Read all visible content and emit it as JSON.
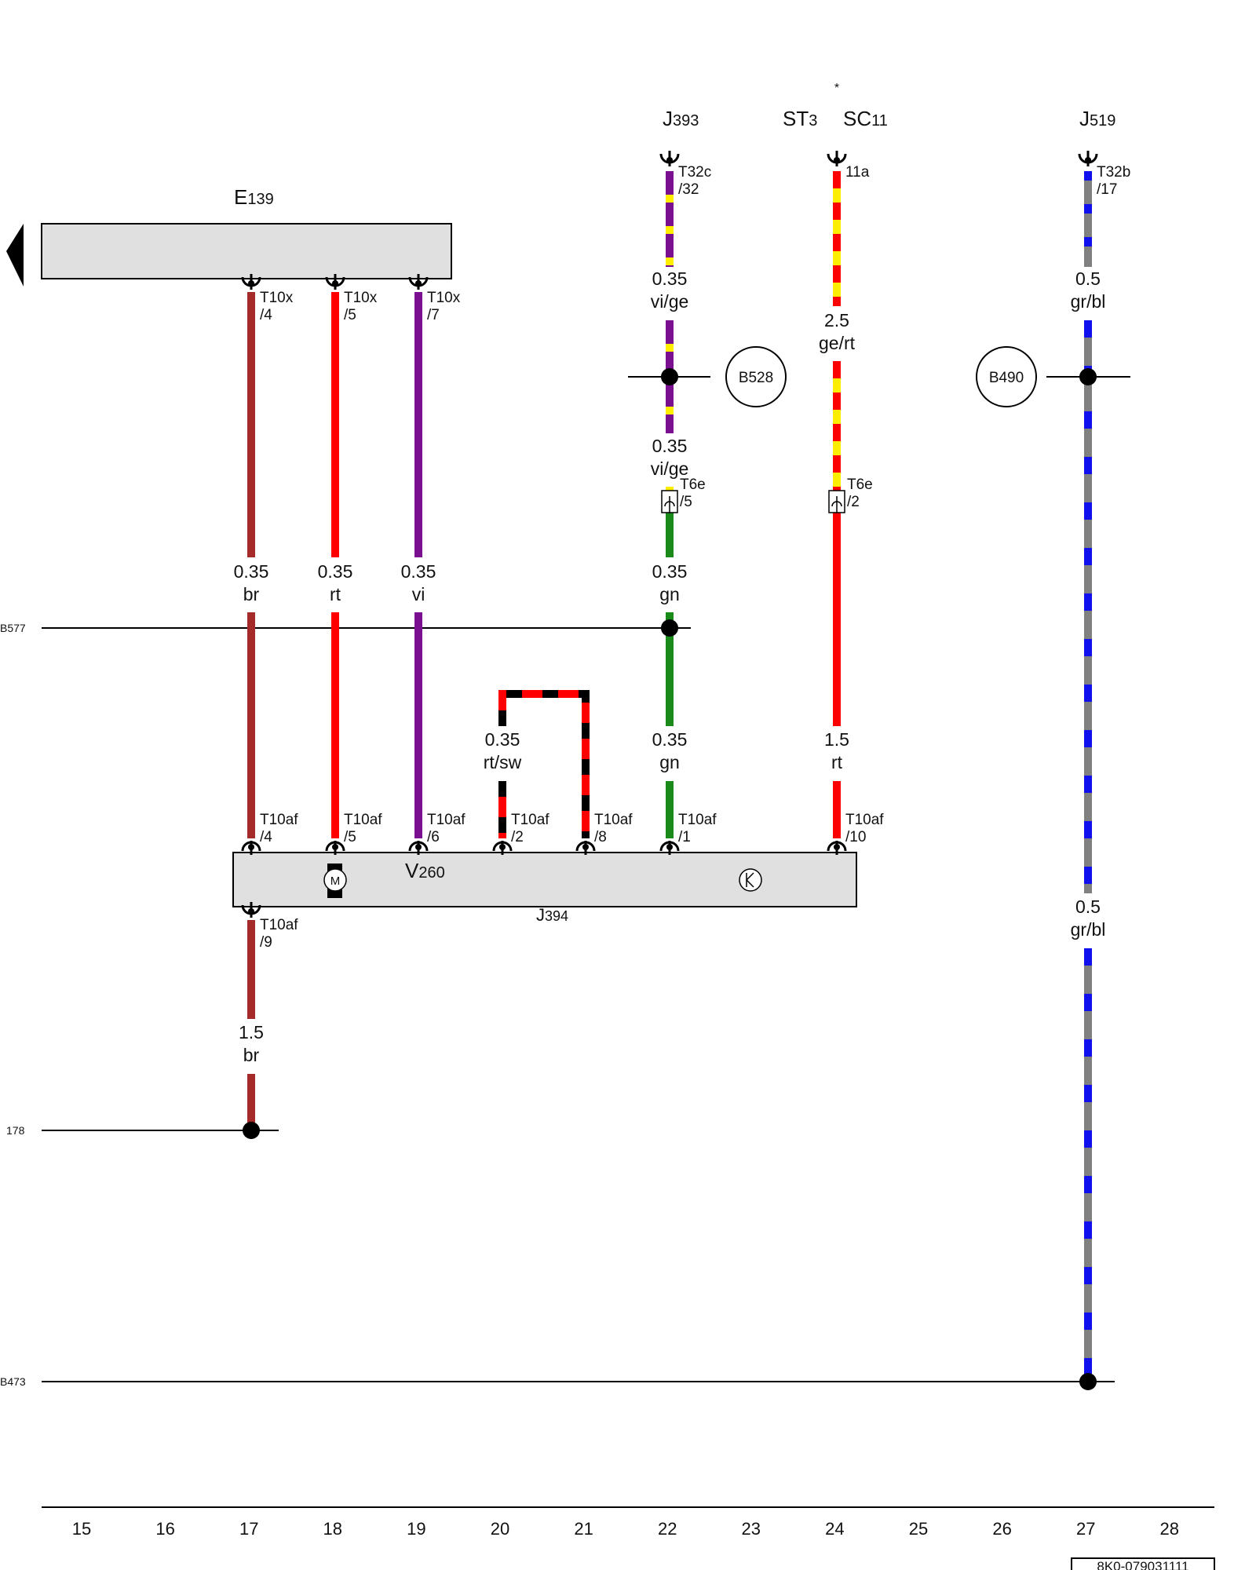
{
  "components": {
    "E139": {
      "base": "E",
      "sub": "139"
    },
    "J393": {
      "base": "J",
      "sub": "393"
    },
    "ST3": {
      "base": "ST",
      "sub": "3"
    },
    "SC11": {
      "base": "SC",
      "sub": "11"
    },
    "J519": {
      "base": "J",
      "sub": "519"
    },
    "V260": {
      "base": "V",
      "sub": "260"
    },
    "J394": {
      "base": "J",
      "sub": "394"
    },
    "asterisk": "*"
  },
  "splice_points": {
    "B528": "B528",
    "B490": "B490"
  },
  "edge_refs": {
    "B577": "B577",
    "r178": "178",
    "B473": "B473"
  },
  "pins": {
    "e139_4": {
      "a": "T10x",
      "b": "/4"
    },
    "e139_5": {
      "a": "T10x",
      "b": "/5"
    },
    "e139_7": {
      "a": "T10x",
      "b": "/7"
    },
    "j393_32": {
      "a": "T32c",
      "b": "/32"
    },
    "sc11_11a": {
      "a": "11a"
    },
    "j519_17": {
      "a": "T32b",
      "b": "/17"
    },
    "t6e_5": {
      "a": "T6e",
      "b": "/5"
    },
    "t6e_2": {
      "a": "T6e",
      "b": "/2"
    },
    "j394_4": {
      "a": "T10af",
      "b": "/4"
    },
    "j394_5": {
      "a": "T10af",
      "b": "/5"
    },
    "j394_6": {
      "a": "T10af",
      "b": "/6"
    },
    "j394_2": {
      "a": "T10af",
      "b": "/2"
    },
    "j394_8": {
      "a": "T10af",
      "b": "/8"
    },
    "j394_1": {
      "a": "T10af",
      "b": "/1"
    },
    "j394_10": {
      "a": "T10af",
      "b": "/10"
    },
    "j394_9": {
      "a": "T10af",
      "b": "/9"
    }
  },
  "wires": {
    "w17a": {
      "size": "0.35",
      "color": "br"
    },
    "w18": {
      "size": "0.35",
      "color": "rt"
    },
    "w19": {
      "size": "0.35",
      "color": "vi"
    },
    "w22a": {
      "size": "0.35",
      "color": "vi/ge"
    },
    "w22b": {
      "size": "0.35",
      "color": "vi/ge"
    },
    "w22c": {
      "size": "0.35",
      "color": "gn"
    },
    "w22d": {
      "size": "0.35",
      "color": "gn"
    },
    "w20": {
      "size": "0.35",
      "color": "rt/sw"
    },
    "w24a": {
      "size": "2.5",
      "color": "ge/rt"
    },
    "w24b": {
      "size": "1.5",
      "color": "rt"
    },
    "w27a": {
      "size": "0.5",
      "color": "gr/bl"
    },
    "w27b": {
      "size": "0.5",
      "color": "gr/bl"
    },
    "w17b": {
      "size": "1.5",
      "color": "br"
    }
  },
  "motor_symbol": "M",
  "tracks": [
    "15",
    "16",
    "17",
    "18",
    "19",
    "20",
    "21",
    "22",
    "23",
    "24",
    "25",
    "26",
    "27",
    "28"
  ],
  "doc_number": "8K0-079031111",
  "colors": {
    "br": "#a52a2a",
    "rt": "#ff0000",
    "vi": "#7a1090",
    "ge": "#ffee00",
    "gn": "#1a8a1a",
    "gr": "#808080",
    "bl": "#1010ee",
    "sw": "#000000",
    "component_fill": "#e0e0e0"
  }
}
